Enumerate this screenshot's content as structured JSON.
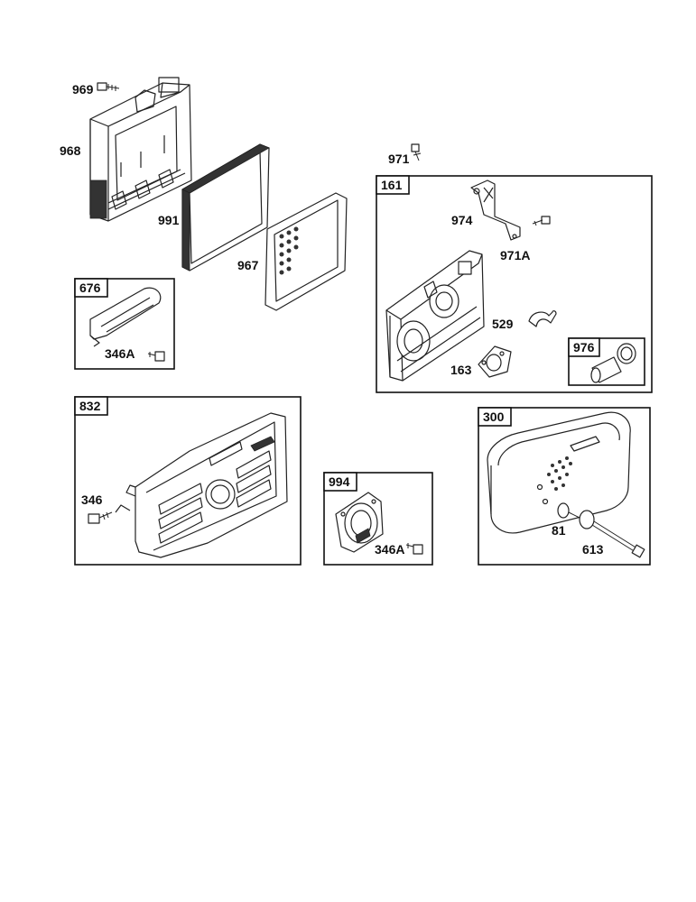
{
  "labels": {
    "l969": "969",
    "l968": "968",
    "l991": "991",
    "l967": "967",
    "l971": "971",
    "l974": "974",
    "l971A": "971A",
    "l529": "529",
    "l163": "163",
    "l346A_a": "346A",
    "l346": "346",
    "l346A_b": "346A",
    "l81": "81",
    "l613": "613"
  },
  "boxes": {
    "b161": "161",
    "b976": "976",
    "b676": "676",
    "b832": "832",
    "b994": "994",
    "b300": "300"
  }
}
